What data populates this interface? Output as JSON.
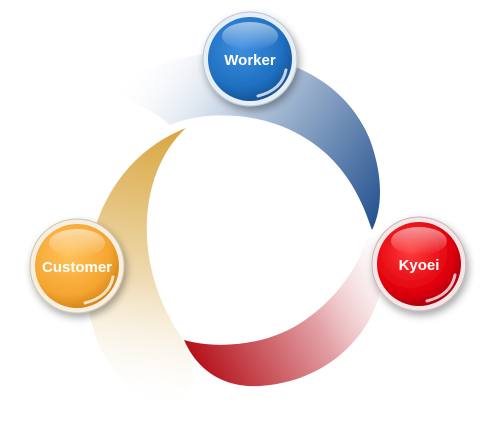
{
  "diagram": {
    "nodes": [
      {
        "id": "worker",
        "label": "Worker",
        "color": "#1F6FC0"
      },
      {
        "id": "kyoei",
        "label": "Kyoei",
        "color": "#E0000B"
      },
      {
        "id": "customer",
        "label": "Customer",
        "color": "#F5A531"
      }
    ],
    "arrow_colors": {
      "worker_to_kyoei": "#1F4E8C",
      "kyoei_to_customer": "#B5121B",
      "customer_to_worker": "#D9A640"
    }
  }
}
